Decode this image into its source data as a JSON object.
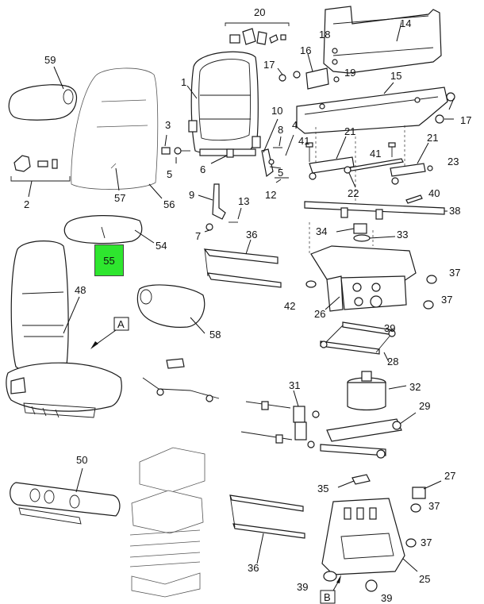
{
  "highlight": {
    "label": "55",
    "color": "#2ee62e"
  },
  "callouts": {
    "c1": "1",
    "c2": "2",
    "c3": "3",
    "c4": "4",
    "c5a": "5",
    "c5b": "5",
    "c6": "6",
    "c7": "7",
    "c8": "8",
    "c9": "9",
    "c10": "10",
    "c12": "12",
    "c13": "13",
    "c14": "14",
    "c15": "15",
    "c16": "16",
    "c17a": "17",
    "c17b": "17",
    "c18": "18",
    "c19": "19",
    "c20": "20",
    "c21a": "21",
    "c21b": "21",
    "c22": "22",
    "c23": "23",
    "c25": "25",
    "c26": "26",
    "c27": "27",
    "c28": "28",
    "c29": "29",
    "c31": "31",
    "c32": "32",
    "c33": "33",
    "c34": "34",
    "c35": "35",
    "c36a": "36",
    "c36b": "36",
    "c37a": "37",
    "c37b": "37",
    "c37c": "37",
    "c37d": "37",
    "c38": "38",
    "c39a": "39",
    "c39b": "39",
    "c39c": "39",
    "c40": "40",
    "c41a": "41",
    "c41b": "41",
    "c42": "42",
    "c48": "48",
    "c50": "50",
    "c54": "54",
    "c56": "56",
    "c57": "57",
    "c58": "58",
    "c59": "59"
  },
  "view_labels": {
    "a": "A",
    "b": "B"
  }
}
